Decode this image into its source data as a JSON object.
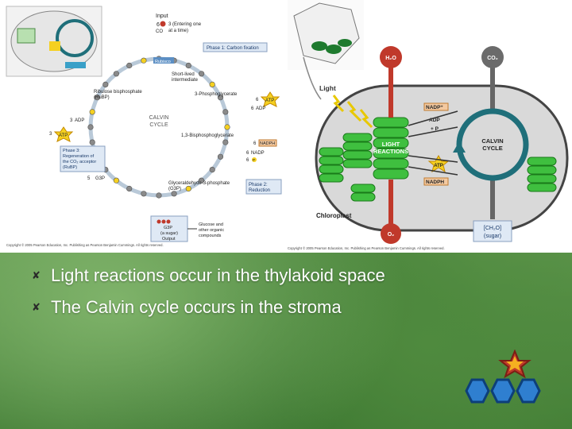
{
  "calvin_cycle": {
    "input_label": "Input",
    "input_sub": [
      "3 (Entering one",
      "at a time)"
    ],
    "co2": "CO",
    "rubisco": "Rubisco",
    "short_lived": [
      "Short-lived",
      "intermediate"
    ],
    "phase1": "Phase 1: Carbon fixation",
    "rubp": [
      "Ribulose bisphosphate",
      "(RuBP)"
    ],
    "pga": "3-Phosphoglycerate",
    "atp": "ATP",
    "adp": "ADP",
    "nadph": "NADPH",
    "nadp": "NADP",
    "p_symbol": "P",
    "cycle_label": [
      "CALVIN",
      "CYCLE"
    ],
    "bpg": "1,3-Bisphosphoglycerate",
    "phase3": [
      "Phase 3:",
      "Regeneration of",
      "the CO₂ acceptor",
      "(RuBP)"
    ],
    "g3p": "G3P",
    "g3p_full": [
      "Glyceraldehyde-3-phosphate",
      "(G3P)"
    ],
    "phase2": [
      "Phase 2:",
      "Reduction"
    ],
    "output_box": [
      "G3P",
      "(a sugar)",
      "Output"
    ],
    "glucose": [
      "Glucose and",
      "other organic",
      "compounds"
    ],
    "counts": {
      "atp_top": "6",
      "adp_top": "6",
      "adp_left": "3",
      "atp_left": "3",
      "nadph": "6",
      "nadp": "6",
      "p": "6",
      "g3p": "5"
    },
    "copyright": "Copyright © 2005 Pearson Education, Inc. Publishing as Pearson Benjamin Cummings. All rights reserved."
  },
  "chloroplast": {
    "h2o": "H₂O",
    "co2": "CO₂",
    "light": "Light",
    "nadp_plus": "NADP⁺",
    "adp": "ADP",
    "plus_p": "+ P",
    "light_reactions": [
      "LIGHT",
      "REACTIONS"
    ],
    "calvin_cycle": [
      "CALVIN",
      "CYCLE"
    ],
    "atp": "ATP",
    "nadph": "NADPH",
    "chloroplast_label": "Chloroplast",
    "o2": "O₂",
    "sugar": [
      "[CH₂O]",
      "(sugar)"
    ],
    "copyright": "Copyright © 2005 Pearson Education, Inc. Publishing as Pearson Benjamin Cummings. All rights reserved."
  },
  "bullets": [
    {
      "icon": "✘",
      "text": "Light reactions occur in the thylakoid space"
    },
    {
      "icon": "✘",
      "text": "The Calvin cycle occurs in the stroma"
    }
  ],
  "colors": {
    "cycle_arrow": "#1f6f7a",
    "stroma": "#d9d9d9",
    "grana": "#3fbf3f",
    "molecule": "#c0392b",
    "atp_star": "#f5d020"
  }
}
